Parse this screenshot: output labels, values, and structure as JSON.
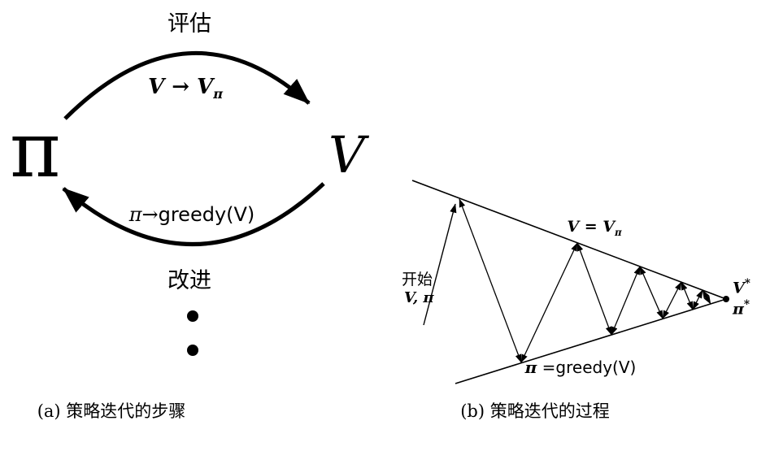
{
  "left_diagram": {
    "evaluate_label": "评估",
    "top_formula": {
      "main": "V → V",
      "sub": "π"
    },
    "pi_symbol": "π",
    "v_symbol": "V",
    "bottom_formula": {
      "pi": "π→",
      "rest": "greedy(V)"
    },
    "improve_label": "改进",
    "caption": "(a) 策略迭代的步骤"
  },
  "right_diagram": {
    "top_line_label": {
      "main": "V = V",
      "sub": "π"
    },
    "start_label": {
      "line1": "开始",
      "line2": "V, π"
    },
    "v_star": {
      "main": "V",
      "sup": "*"
    },
    "pi_star": {
      "main": "π",
      "sup": "*"
    },
    "bottom_line_label": {
      "pi": "π",
      "rest": " =greedy(V)"
    },
    "caption": "(b) 策略迭代的过程"
  }
}
